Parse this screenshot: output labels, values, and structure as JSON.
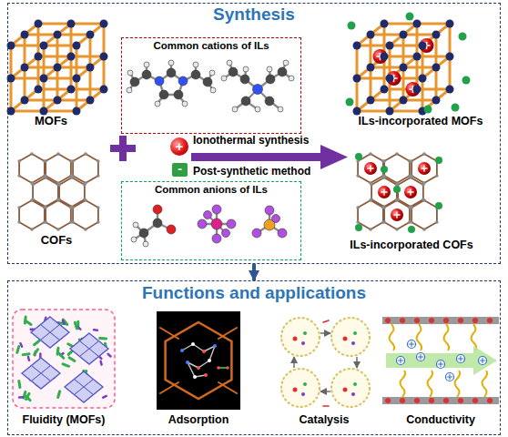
{
  "diagram": {
    "nodes": [
      {
        "text": [
          "Synthesis"
        ]
      },
      {
        "text": [
          "Common cations of ILs"
        ],
        "in": 0
      },
      {
        "text": [
          "+"
        ],
        "in": 0
      },
      {
        "text": [
          "-"
        ],
        "in": 0
      },
      {
        "text": [
          "Common anions of ILs"
        ],
        "in": 0
      },
      {
        "text": [
          "Functions and applications"
        ]
      }
    ],
    "edges": [
      {
        "from": 0,
        "to": 5,
        "arrow": "to"
      }
    ],
    "labels": [
      "MOFs",
      "COFs",
      "Ionothermal synthesis",
      "Post-synthetic method",
      "ILs-incorporated MOFs",
      "ILs-incorporated COFs",
      "Fluidity (MOFs)",
      "Adsorption",
      "Catalysis",
      "Conductivity"
    ]
  }
}
